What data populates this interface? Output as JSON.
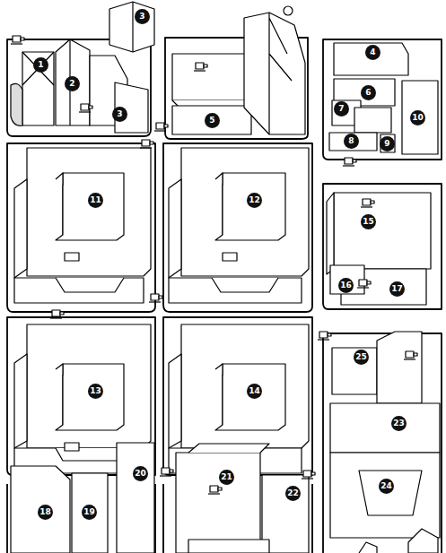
{
  "diagram": {
    "labels": [
      "1",
      "2",
      "3",
      "3",
      "5",
      "4",
      "6",
      "7",
      "10",
      "8",
      "9",
      "11",
      "12",
      "15",
      "16",
      "17",
      "13",
      "14",
      "25",
      "23",
      "24",
      "21",
      "20",
      "18",
      "19",
      "22"
    ]
  }
}
